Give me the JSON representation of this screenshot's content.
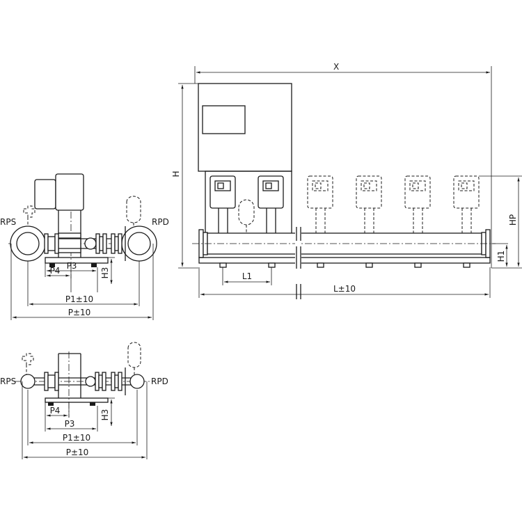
{
  "labels": {
    "x": "X",
    "h": "H",
    "hp": "HP",
    "h1": "H1",
    "l1": "L1",
    "l_tol": "L±10",
    "rps": "RPS",
    "rpd": "RPD",
    "p4": "P4",
    "p3": "P3",
    "h3": "H3",
    "p1_tol": "P1±10",
    "p_tol": "P±10"
  }
}
